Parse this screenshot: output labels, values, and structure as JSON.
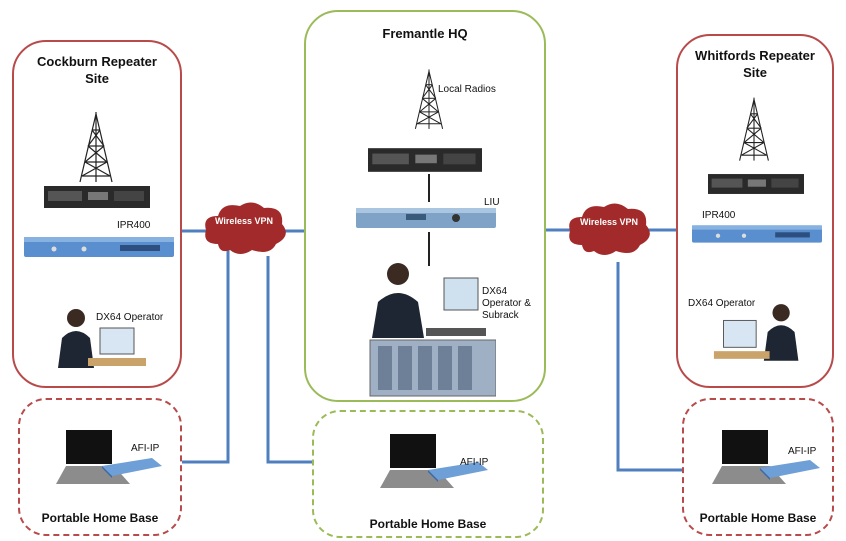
{
  "sites": {
    "cockburn": {
      "title": "Cockburn Repeater Site",
      "equipment": "IPR400",
      "operator": "DX64 Operator"
    },
    "fremantle": {
      "title": "Fremantle HQ",
      "radios": "Local Radios",
      "interface": "LIU",
      "operator": "DX64 Operator & Subrack"
    },
    "whitfords": {
      "title": "Whitfords Repeater Site",
      "equipment": "IPR400",
      "operator": "DX64 Operator"
    }
  },
  "clouds": {
    "left": "Wireless VPN",
    "right": "Wireless VPN"
  },
  "home_bases": {
    "left": {
      "device": "AFI-IP",
      "title": "Portable Home Base"
    },
    "center": {
      "device": "AFI-IP",
      "title": "Portable Home Base"
    },
    "right": {
      "device": "AFI-IP",
      "title": "Portable Home Base"
    }
  },
  "colors": {
    "link": "#4f7fbf",
    "cloud": "#a32a2a",
    "site_border": "#b84a4a",
    "hq_border": "#9bbb59"
  }
}
